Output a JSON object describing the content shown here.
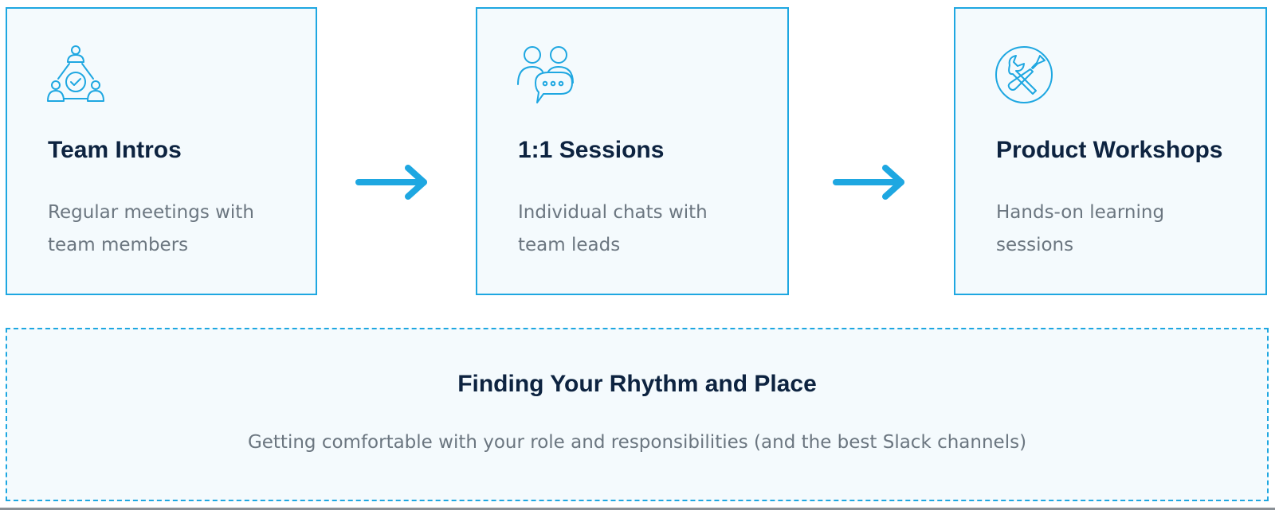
{
  "steps": [
    {
      "icon": "team-connection-icon",
      "title": "Team Intros",
      "description_lines": [
        "Regular meetings with",
        "team members"
      ]
    },
    {
      "icon": "chat-people-icon",
      "title": "1:1 Sessions",
      "description_lines": [
        "Individual chats with",
        "team leads"
      ]
    },
    {
      "icon": "tools-icon",
      "title": "Product Workshops",
      "description_lines": [
        "Hands-on learning",
        "sessions"
      ]
    }
  ],
  "summary": {
    "title": "Finding Your Rhythm and Place",
    "description": "Getting comfortable with your role and responsibilities (and the best Slack channels)"
  },
  "colors": {
    "accent": "#1ea7e1",
    "card_background": "#f4fafd",
    "heading": "#0d2340",
    "body_text": "#6b7680"
  }
}
